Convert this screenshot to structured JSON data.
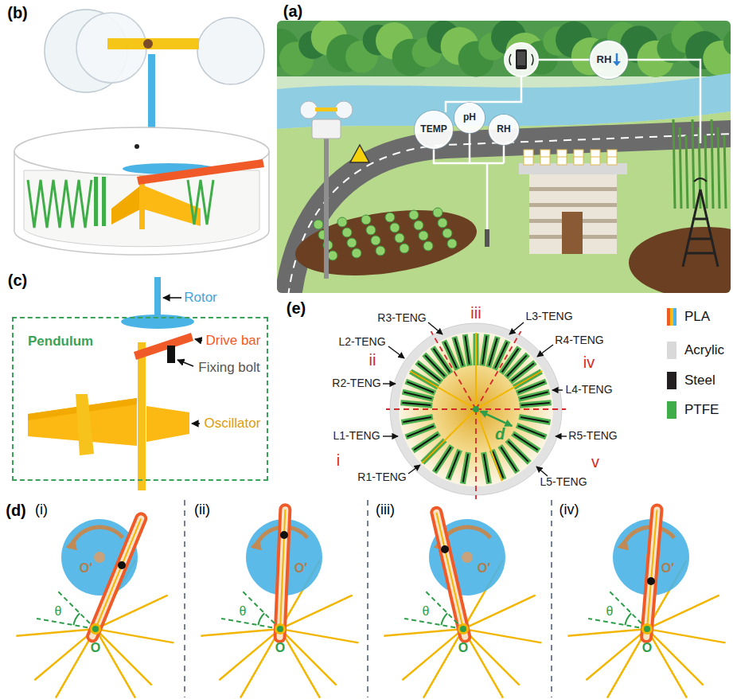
{
  "diagram": {
    "nodes": [
      {
        "text": [
          "Pendulum"
        ]
      },
      {
        "text": [
          "TEMP"
        ]
      },
      {
        "text": [
          "pH"
        ]
      },
      {
        "text": [
          "RH"
        ]
      },
      {
        "text": [
          "RH"
        ]
      }
    ],
    "labels": [
      "(a)",
      "(b)",
      "(c)",
      "(d)",
      "(e)",
      "Rotor",
      "Drive bar",
      "Fixing bolt",
      "Oscillator",
      "R3-TENG",
      "L3-TENG",
      "L2-TENG",
      "R4-TENG",
      "R2-TENG",
      "L4-TENG",
      "L1-TENG",
      "R5-TENG",
      "R1-TENG",
      "L5-TENG",
      "iii",
      "ii",
      "iv",
      "i",
      "v",
      "d",
      "(i)",
      "θ",
      "O",
      "O′",
      "(ii)",
      "θ",
      "O",
      "O′",
      "(iii)",
      "θ",
      "O",
      "O′",
      "(iv)",
      "θ",
      "O",
      "O′"
    ],
    "legend": [
      {
        "text": "PLA"
      },
      {
        "text": "Acrylic",
        "color": "#d9d9d9"
      },
      {
        "text": "Steel",
        "color": "#231f20"
      },
      {
        "text": "PTFE",
        "color": "#3fae49"
      }
    ]
  }
}
